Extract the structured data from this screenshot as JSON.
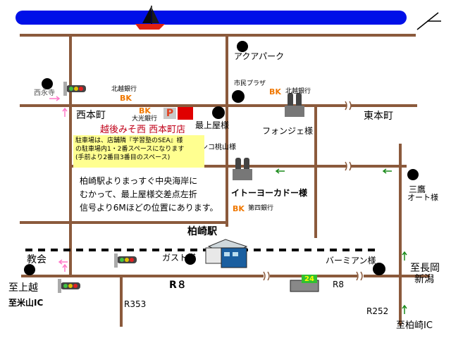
{
  "labels": {
    "nishinagaji": "西永寺",
    "hokuetsu_bank_1": "北越銀行",
    "bk_1": "BK",
    "shimin_plaza": "市民プラザ",
    "bk_2": "BK",
    "hokuetsu_bank_2": "北越銀行",
    "aqua_park": "アクアパーク",
    "nishihoncho": "西本町",
    "bk_3": "BK",
    "taiko_bank": "大光銀行",
    "parking_mark": "P",
    "store_name": "越後みそ西 西本町店",
    "mogamiya": "最上屋様",
    "fonjie": "フォンジェ様",
    "higashihoncho": "東本町",
    "pachinko": "パチンコ桃山様",
    "parking_note_1": "駐車場は、店舗隣『学習塾のSEA』様",
    "parking_note_2": "の駐車場内1・2番スペースになります",
    "parking_note_3": "(手前より2番目3番目のスペース)",
    "direction_1": "柏崎駅よりまっすぐ中央海岸に",
    "direction_2": "むかって、最上屋様交差点左折",
    "direction_3": "信号より6Mほどの位置にあります。",
    "ito_yokado": "イトーヨーカドー様",
    "bk_4": "BK",
    "daiyon_bank": "第四銀行",
    "mitaka_auto_1": "三鷹",
    "mitaka_auto_2": "オート様",
    "kashiwazaki_station": "柏崎駅",
    "kyokai": "教会",
    "gusto": "ガスト様",
    "bamiyan": "バーミアン様",
    "to_joetsu": "至上越",
    "to_yoneyama_ic": "至米山IC",
    "r8_main": "R８",
    "r8_right": "R8",
    "r353": "R353",
    "r252": "R252",
    "to_nagaoka_1": "至長岡",
    "to_nagaoka_2": "新潟",
    "to_kashiwazaki_ic": "至柏崎IC",
    "convenience_24": "24"
  },
  "colors": {
    "sea": "#0010e8",
    "road": "#8b5a3c",
    "accent_orange": "#f07800",
    "store_red": "#c00018",
    "note_yellow": "#ffff90",
    "arrow_green": "#1a8a1a",
    "arrow_pink": "#ff78c8",
    "marker_black": "#000000"
  },
  "icons": [
    "sailboat-icon",
    "north-arrow-icon",
    "traffic-signal-icon",
    "building-icon",
    "train-icon",
    "convenience-store-icon"
  ]
}
